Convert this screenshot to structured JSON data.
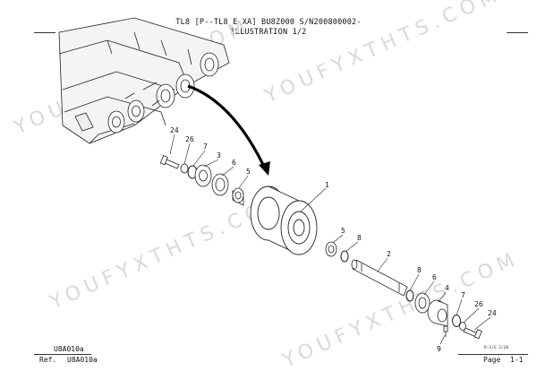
{
  "header": {
    "title_line1": "TL8 [P--TL8_E-XA]  BU8Z000 S/N200800002-",
    "title_line2": "ILLUSTRATION 1/2"
  },
  "watermark": "YOUFYXTHTS.COM",
  "callouts": [
    "1",
    "2",
    "3",
    "4",
    "5",
    "5",
    "6",
    "6",
    "7",
    "7",
    "8",
    "8",
    "9",
    "24",
    "24",
    "26",
    "26"
  ],
  "footer": {
    "drawing_code": "U8A010a",
    "ref_label": "Ref.",
    "ref_value": "U8A010a",
    "page_label": "Page",
    "page_value": "1-1",
    "date_code": "D-1/G 1/20"
  },
  "colors": {
    "ink": "#111111",
    "watermark": "#d9d9d9",
    "background": "#ffffff"
  }
}
